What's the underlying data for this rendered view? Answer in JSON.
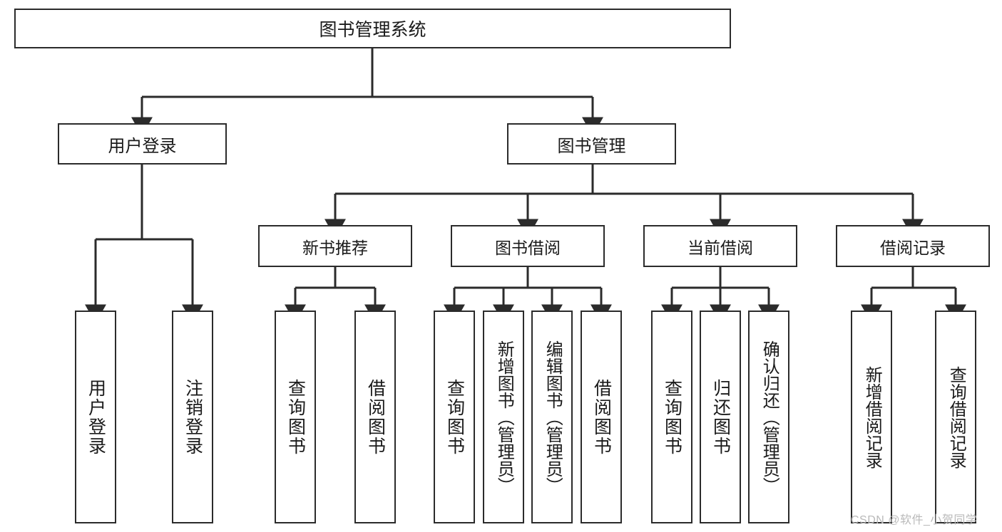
{
  "diagram": {
    "type": "tree-hierarchy-diagram",
    "title": "图书管理系统",
    "colors": {
      "box_border": "#2b2b2b",
      "box_fill": "#ffffff",
      "connector": "#2b2b2b",
      "text": "#1a1a1a",
      "watermark": "#b9b9b9",
      "background": "#ffffff"
    },
    "root": {
      "label": "图书管理系统"
    },
    "level2": [
      {
        "label": "用户登录"
      },
      {
        "label": "图书管理"
      }
    ],
    "level3": [
      {
        "label": "新书推荐"
      },
      {
        "label": "图书借阅"
      },
      {
        "label": "当前借阅"
      },
      {
        "label": "借阅记录"
      }
    ],
    "leaves": {
      "user_login": [
        {
          "label": "用户登录"
        },
        {
          "label": "注销登录"
        }
      ],
      "new_book_recommend": [
        {
          "label": "查询图书"
        },
        {
          "label": "借阅图书"
        }
      ],
      "book_borrow": [
        {
          "label": "查询图书"
        },
        {
          "label": "新增图书（管理员）"
        },
        {
          "label": "编辑图书（管理员）"
        },
        {
          "label": "借阅图书"
        }
      ],
      "current_borrow": [
        {
          "label": "查询图书"
        },
        {
          "label": "归还图书"
        },
        {
          "label": "确认归还（管理员）"
        }
      ],
      "borrow_record": [
        {
          "label": "新增借阅记录"
        },
        {
          "label": "查询借阅记录"
        }
      ]
    }
  },
  "watermark": {
    "text": "CSDN @软件_小贺同学"
  }
}
